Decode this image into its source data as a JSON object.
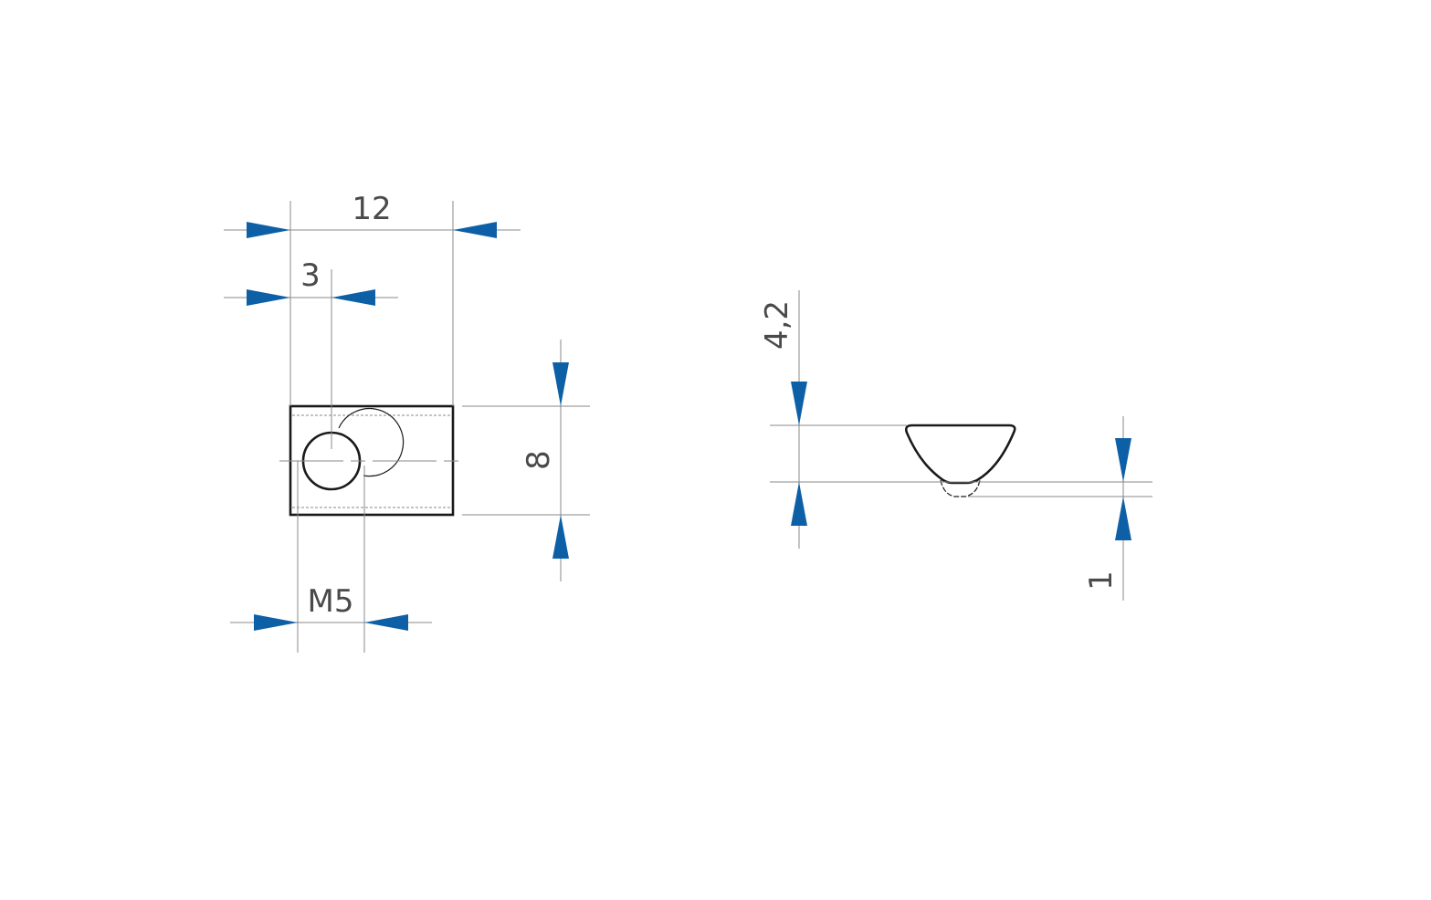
{
  "drawing": {
    "arrow_color": "#0d5fa6",
    "line_color": "#8a8a8a",
    "outline_color": "#1a1a1a",
    "text_color": "#4a4a4a"
  },
  "dimensions": {
    "width": "12",
    "hole_offset": "3",
    "height": "8",
    "thread": "M5",
    "thickness": "4,2",
    "protrusion": "1"
  }
}
